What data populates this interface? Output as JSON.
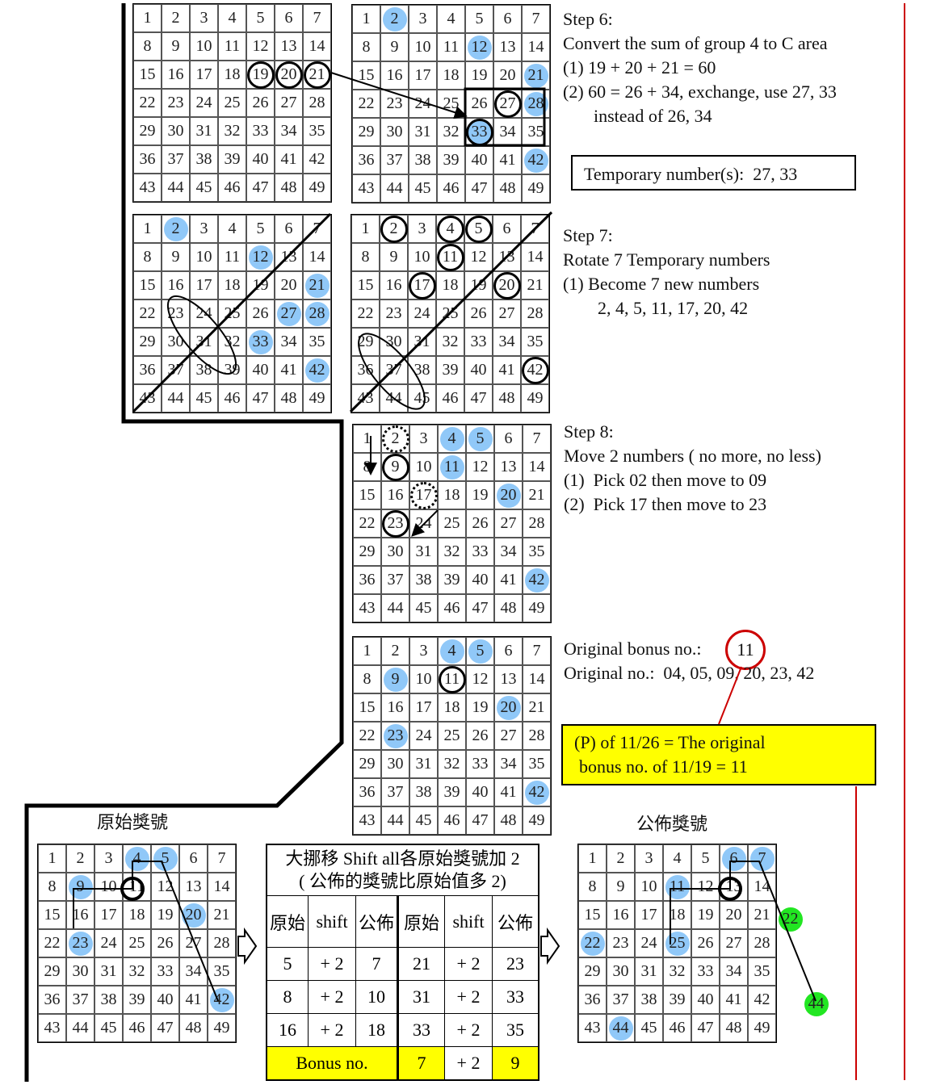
{
  "grids": [
    {
      "id": "grid-step6-a",
      "blue": [],
      "circled": [
        19,
        20,
        21
      ],
      "dotted": []
    },
    {
      "id": "grid-step6-b",
      "blue": [
        2,
        12,
        21,
        28,
        33,
        42
      ],
      "circled": [
        27,
        33
      ],
      "dotted": []
    },
    {
      "id": "grid-step7-a",
      "blue": [
        2,
        12,
        21,
        27,
        28,
        33,
        42
      ],
      "circled": [],
      "dotted": []
    },
    {
      "id": "grid-step7-b",
      "blue": [],
      "circled": [
        2,
        4,
        5,
        11,
        17,
        20,
        42
      ],
      "dotted": []
    },
    {
      "id": "grid-step8",
      "blue": [
        4,
        5,
        11,
        20,
        42
      ],
      "circled": [
        9,
        23
      ],
      "dotted": [
        2,
        17
      ]
    },
    {
      "id": "grid-original",
      "blue": [
        4,
        5,
        9,
        20,
        23,
        42
      ],
      "circled": [
        11
      ],
      "dotted": []
    },
    {
      "id": "grid-raw",
      "blue": [
        4,
        5,
        9,
        20,
        23,
        42
      ],
      "circled": [],
      "dotted": []
    },
    {
      "id": "grid-published",
      "blue": [
        6,
        7,
        11,
        22,
        25,
        44
      ],
      "circled": [],
      "dotted": []
    }
  ],
  "extra_numbers": {
    "green": [
      "22",
      "44"
    ]
  },
  "step6": {
    "title": "Step 6:",
    "line1": "Convert the sum of group 4 to C area",
    "line2": "(1) 19 + 20 + 21 = 60",
    "line3": "(2) 60 = 26 + 34, exchange, use 27, 33",
    "line4": "instead of 26, 34",
    "temp": "Temporary number(s):  27, 33"
  },
  "step7": {
    "title": "Step 7:",
    "line1": "Rotate 7 Temporary numbers",
    "line2": "(1) Become 7 new numbers",
    "line3": "2, 4, 5, 11, 17, 20, 42"
  },
  "step8": {
    "title": "Step 8:",
    "line1": "Move 2 numbers ( no more, no less)",
    "line2": "(1)  Pick 02 then move to 09",
    "line3": "(2)  Pick 17 then move to 23"
  },
  "original": {
    "bonus_label": "Original bonus no.:",
    "bonus_value": "11",
    "numbers": "Original no.:  04, 05, 09, 20, 23, 42"
  },
  "note": {
    "line1": "(P) of 11/26 = The original",
    "line2": "bonus no. of 11/19 = 11"
  },
  "labels": {
    "raw": "原始獎號",
    "published": "公佈獎號"
  },
  "shift_table": {
    "title1": "大挪移 Shift all各原始獎號加 2",
    "title2": "( 公佈的獎號比原始值多 2)",
    "headers": [
      "原始",
      "shift",
      "公佈",
      "原始",
      "shift",
      "公佈"
    ],
    "rows": [
      [
        "5",
        "+ 2",
        "7",
        "21",
        "+ 2",
        "23"
      ],
      [
        "8",
        "+ 2",
        "10",
        "31",
        "+ 2",
        "33"
      ],
      [
        "16",
        "+ 2",
        "18",
        "33",
        "+ 2",
        "35"
      ]
    ],
    "bonus_label": "Bonus no.",
    "bonus": [
      "7",
      "+ 2",
      "9"
    ]
  },
  "colors": {
    "blue": "#90c8f8",
    "green": "#22e622",
    "yellow": "#ffff00",
    "red": "#cc0000"
  }
}
